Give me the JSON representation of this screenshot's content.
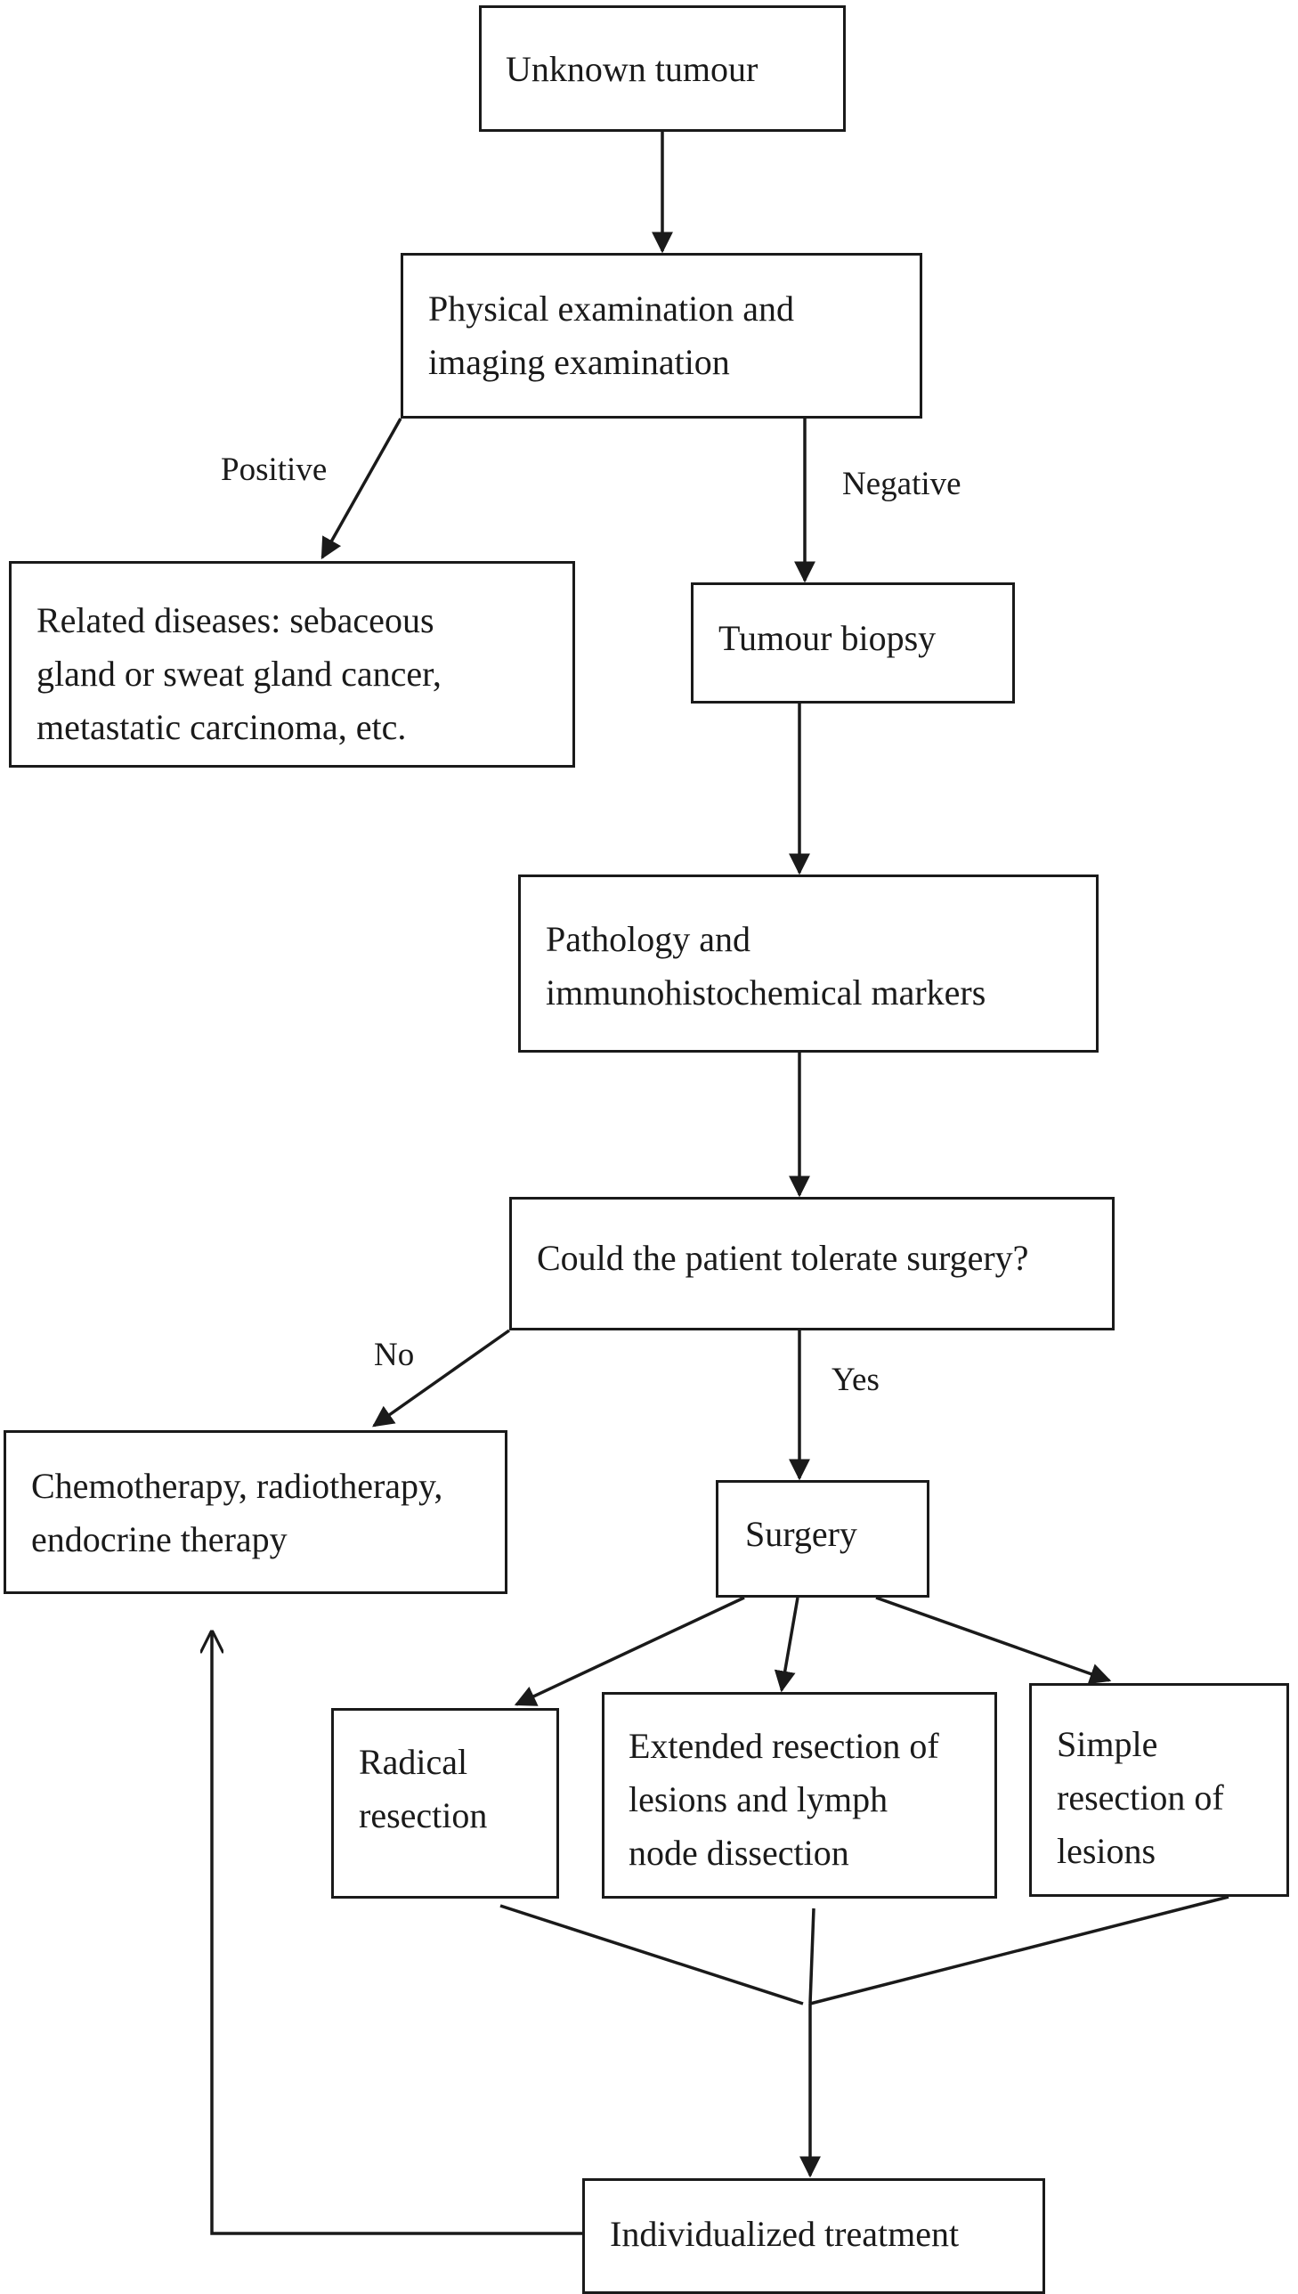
{
  "nodes": {
    "unknown_tumour": {
      "lines": [
        "Unknown tumour"
      ]
    },
    "physical_exam": {
      "lines": [
        "Physical examination and",
        "imaging examination"
      ]
    },
    "related_diseases": {
      "lines": [
        "Related diseases: sebaceous",
        "gland or sweat gland cancer,",
        "metastatic carcinoma, etc."
      ]
    },
    "tumour_biopsy": {
      "lines": [
        "Tumour biopsy"
      ]
    },
    "pathology": {
      "lines": [
        "Pathology and",
        "immunohistochemical markers"
      ]
    },
    "tolerate_surgery": {
      "lines": [
        "Could the patient tolerate surgery?"
      ]
    },
    "chemo": {
      "lines": [
        "Chemotherapy, radiotherapy,",
        "endocrine therapy"
      ]
    },
    "surgery": {
      "lines": [
        "Surgery"
      ]
    },
    "radical": {
      "lines": [
        "Radical",
        "resection"
      ]
    },
    "extended": {
      "lines": [
        "Extended resection of",
        "lesions and lymph",
        "node dissection"
      ]
    },
    "simple": {
      "lines": [
        "Simple",
        "resection of",
        "lesions"
      ]
    },
    "individualized": {
      "lines": [
        "Individualized treatment"
      ]
    }
  },
  "edge_labels": {
    "positive": "Positive",
    "negative": "Negative",
    "no": "No",
    "yes": "Yes"
  }
}
